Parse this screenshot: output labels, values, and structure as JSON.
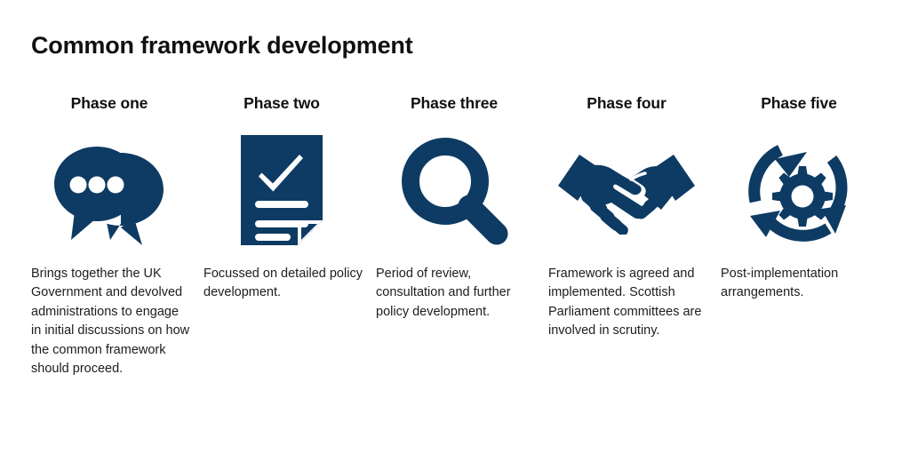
{
  "page": {
    "title": "Common framework development",
    "background_color": "#ffffff",
    "accent_color": "#0d3b63",
    "text_color": "#1a1a1a"
  },
  "phases": [
    {
      "heading": "Phase one",
      "icon": "speech-bubbles-icon",
      "description": "Brings together the UK Government and devolved administrations to engage in initial discussions on how the common framework should proceed."
    },
    {
      "heading": "Phase two",
      "icon": "document-check-icon",
      "description": "Focussed on detailed policy development."
    },
    {
      "heading": "Phase three",
      "icon": "magnifying-glass-icon",
      "description": "Period of review, consultation and further policy development."
    },
    {
      "heading": "Phase four",
      "icon": "handshake-icon",
      "description": "Framework is agreed and implemented. Scottish Parliament committees are involved in scrutiny."
    },
    {
      "heading": "Phase five",
      "icon": "gear-cycle-icon",
      "description": "Post-implementation arrangements."
    }
  ]
}
